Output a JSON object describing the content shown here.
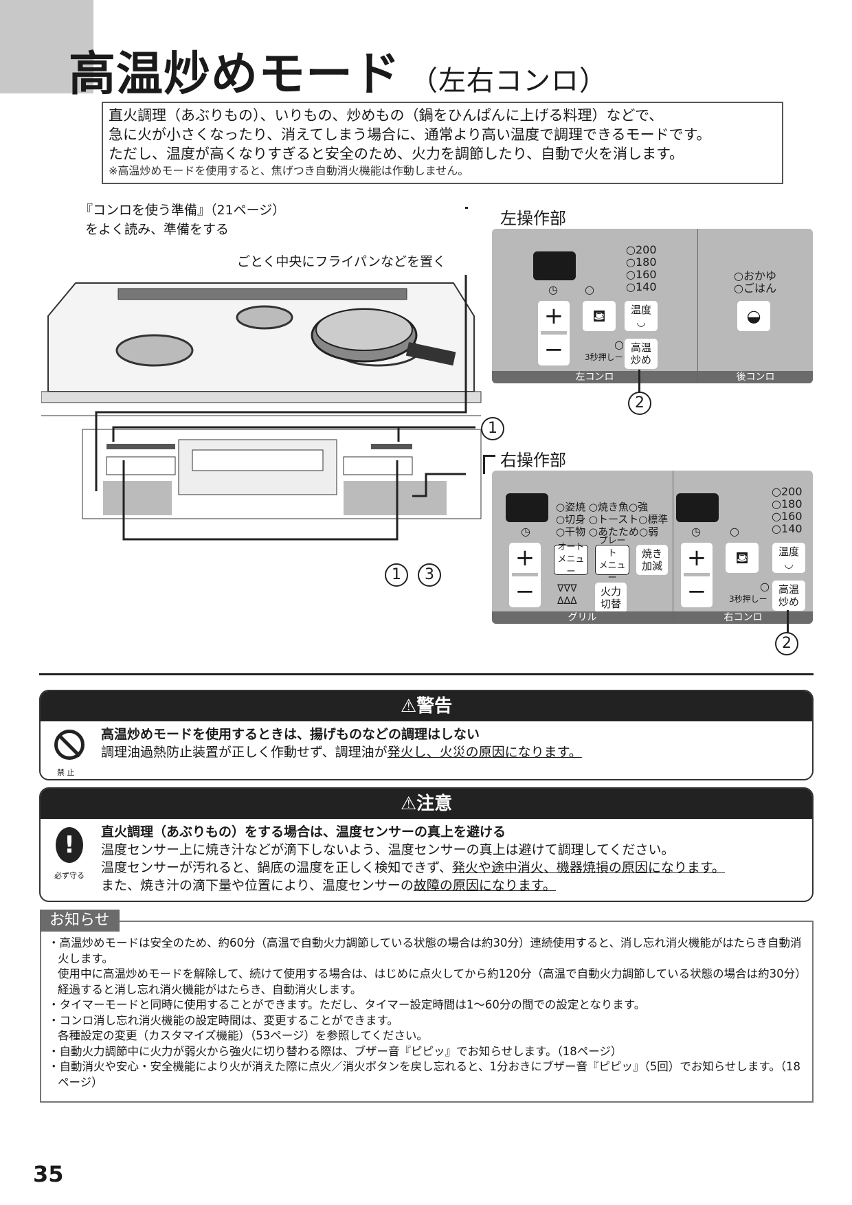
{
  "title": "高温炒めモード",
  "subtitle": "（左右コンロ）",
  "intro": {
    "lines": [
      "直火調理（あぶりもの）、いりもの、炒めもの（鍋をひんぱんに上げる料理）などで、",
      "急に火が小さくなったり、消えてしまう場合に、通常より高い温度で調理できるモードです。",
      "ただし、温度が高くなりすぎると安全のため、火力を調節したり、自動で火を消します。"
    ],
    "note": "※高温炒めモードを使用すると、焦げつき自動消火機能は作動しません。"
  },
  "prep": {
    "line1": "『コンロを使う準備』（21ページ）",
    "line2": "をよく読み、準備をする"
  },
  "center_note": "ごとく中央にフライパンなどを置く",
  "left_panel": {
    "label": "左操作部",
    "temps": [
      "200",
      "180",
      "160",
      "140"
    ],
    "temp_btn": [
      "温度"
    ],
    "hot_btn": [
      "高温",
      "炒め"
    ],
    "hold": "3秒押し",
    "plus": "+",
    "minus": "−",
    "bar_left": "左コンロ",
    "bar_right": "後コンロ",
    "rice": [
      "おかゆ",
      "ごはん"
    ]
  },
  "right_panel": {
    "label": "右操作部",
    "grill_modes": [
      [
        "姿焼",
        "焼き魚",
        "強"
      ],
      [
        "切身",
        "トースト",
        "標準"
      ],
      [
        "干物",
        "あたため",
        "弱"
      ]
    ],
    "auto_menu": [
      "オート",
      "メニュー"
    ],
    "plate_menu": [
      "プレート",
      "メニュー"
    ],
    "yaki": [
      "焼き",
      "加減"
    ],
    "kaen": [
      "火力",
      "切替"
    ],
    "bar_grill": "グリル",
    "bar_right": "右コンロ",
    "temps": [
      "200",
      "180",
      "160",
      "140"
    ],
    "temp_btn": "温度",
    "hot_btn": [
      "高温",
      "炒め"
    ],
    "hold": "3秒押し"
  },
  "callouts": {
    "one": "1",
    "two": "2",
    "three": "3"
  },
  "warning": {
    "header": "警告",
    "icon_label": "禁 止",
    "heading": "高温炒めモードを使用するときは、揚げものなどの調理はしない",
    "text": "調理油過熱防止装置が正しく作動せず、調理油が",
    "text_u": "発火し、火災の原因になります。"
  },
  "caution": {
    "header": "注意",
    "icon_label": "必ず守る",
    "heading": "直火調理（あぶりもの）をする場合は、温度センサーの真上を避ける",
    "line1": "温度センサー上に焼き汁などが滴下しないよう、温度センサーの真上は避けて調理してください。",
    "line2": "温度センサーが汚れると、鍋底の温度を正しく検知できず、",
    "line2_u": "発火や途中消火、機器焼損の原因になります。",
    "line3": "また、焼き汁の滴下量や位置により、温度センサーの",
    "line3_u": "故障の原因になります。"
  },
  "info": {
    "title": "お知らせ",
    "items": [
      "・高温炒めモードは安全のため、約60分（高温で自動火力調節している状態の場合は約30分）連続使用すると、消し忘れ消火機能がはたらき自動消火します。",
      "使用中に高温炒めモードを解除して、続けて使用する場合は、はじめに点火してから約120分（高温で自動火力調節している状態の場合は約30分）経過すると消し忘れ消火機能がはたらき、自動消火します。",
      "・タイマーモードと同時に使用することができます。ただし、タイマー設定時間は1〜60分の間での設定となります。",
      "・コンロ消し忘れ消火機能の設定時間は、変更することができます。",
      "各種設定の変更（カスタマイズ機能）（53ページ）を参照してください。",
      "・自動火力調節中に火力が弱火から強火に切り替わる際は、ブザー音『ピピッ』でお知らせします。（18ページ）",
      "・自動消火や安心・安全機能により火が消えた際に点火／消火ボタンを戻し忘れると、1分おきにブザー音『ピピッ』（5回）でお知らせします。（18ページ）"
    ]
  },
  "page_number": "35"
}
